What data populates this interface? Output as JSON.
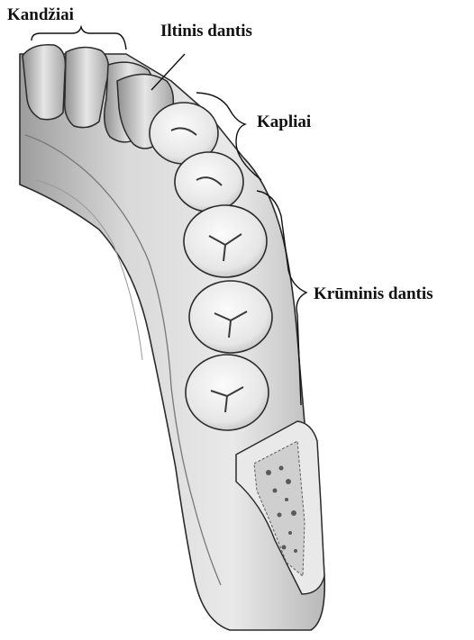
{
  "labels": {
    "incisors": "Kandžiai",
    "canine": "Iltinis dantis",
    "premolars": "Kapliai",
    "molars": "Krūminis dantis"
  },
  "colors": {
    "background": "#ffffff",
    "bone": "#e4e4e4",
    "bone_shadow": "#a8a8a8",
    "tooth": "#f1f1f1",
    "line": "#2b2b2b",
    "cancellous": "#5a5a5a"
  }
}
